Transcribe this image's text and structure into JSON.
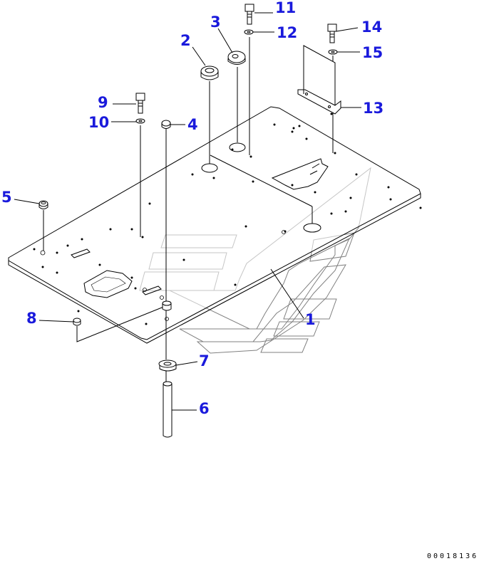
{
  "diagram": {
    "drawing_number": "00018136",
    "colors": {
      "callout": "#1a1adc",
      "line": "#000000",
      "logo": "#808080",
      "background": "#ffffff"
    },
    "parts": [
      {
        "no": "1",
        "name": "floor-plate"
      },
      {
        "no": "2",
        "name": "grommet"
      },
      {
        "no": "3",
        "name": "cover"
      },
      {
        "no": "4",
        "name": "plug"
      },
      {
        "no": "5",
        "name": "plug"
      },
      {
        "no": "6",
        "name": "pipe"
      },
      {
        "no": "7",
        "name": "grommet"
      },
      {
        "no": "8",
        "name": "nut"
      },
      {
        "no": "9",
        "name": "bolt"
      },
      {
        "no": "10",
        "name": "washer"
      },
      {
        "no": "11",
        "name": "bolt"
      },
      {
        "no": "12",
        "name": "washer"
      },
      {
        "no": "13",
        "name": "bracket"
      },
      {
        "no": "14",
        "name": "bolt"
      },
      {
        "no": "15",
        "name": "washer"
      }
    ]
  }
}
